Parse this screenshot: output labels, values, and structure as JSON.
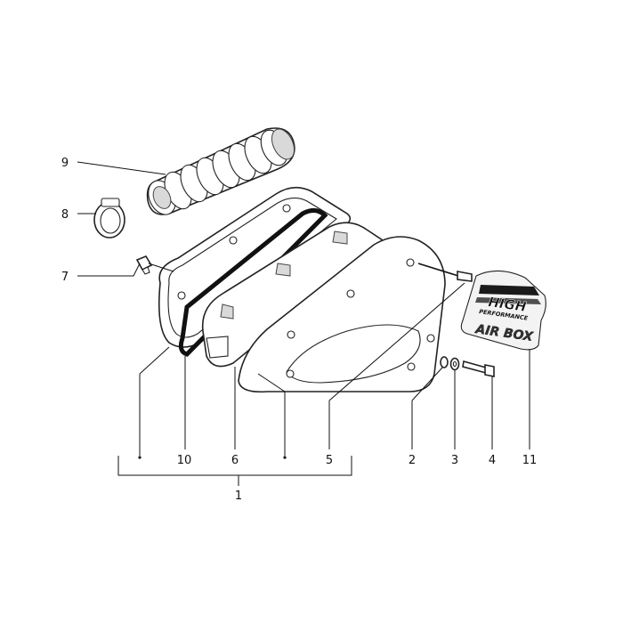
{
  "callouts": [
    {
      "id": "1",
      "label": "1"
    },
    {
      "id": "2",
      "label": "2"
    },
    {
      "id": "3",
      "label": "3"
    },
    {
      "id": "4",
      "label": "4"
    },
    {
      "id": "5",
      "label": "5"
    },
    {
      "id": "6",
      "label": "6"
    },
    {
      "id": "7",
      "label": "7"
    },
    {
      "id": "8",
      "label": "8"
    },
    {
      "id": "9",
      "label": "9"
    },
    {
      "id": "10",
      "label": "10"
    },
    {
      "id": "11",
      "label": "11"
    }
  ],
  "decal": {
    "line1": "HIGH",
    "line2": "PERFORMANCE",
    "line3": "AIR BOX"
  },
  "colors": {
    "line": "#111111",
    "background": "#ffffff",
    "decal_dark": "#1a1a1a",
    "decal_light": "#e6e6e6"
  }
}
